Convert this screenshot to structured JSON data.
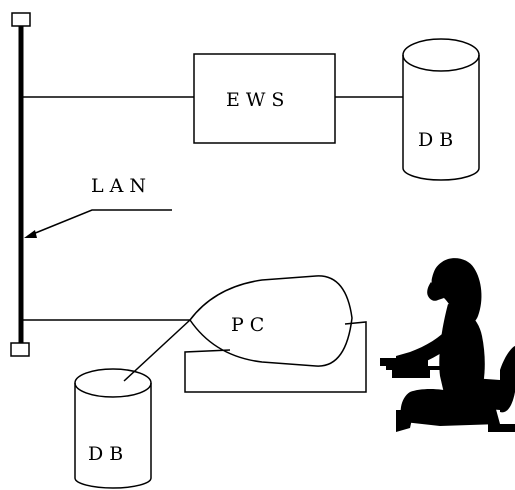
{
  "labels": {
    "ews": "EWS",
    "db_top": "DB",
    "lan": "LAN",
    "pc": "PC",
    "db_bottom": "DB"
  },
  "colors": {
    "ink": "#000000",
    "background": "#ffffff"
  },
  "icons": {
    "operator": "seated-person-at-keyboard-silhouette"
  }
}
